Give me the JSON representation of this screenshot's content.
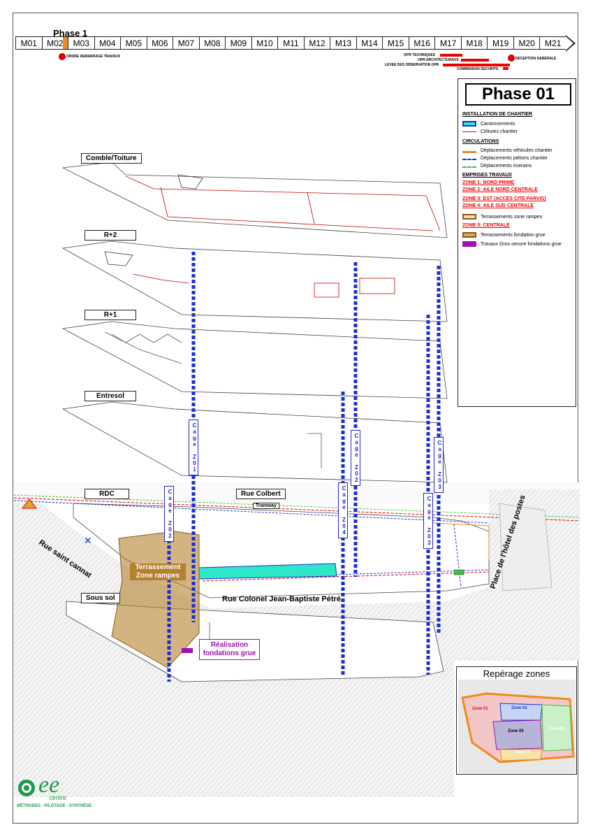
{
  "timeline": {
    "phase_label": "Phase 1",
    "months": [
      "M01",
      "M02",
      "M03",
      "M04",
      "M05",
      "M06",
      "M07",
      "M08",
      "M09",
      "M10",
      "M11",
      "M12",
      "M13",
      "M14",
      "M15",
      "M16",
      "M17",
      "M18",
      "M19",
      "M20",
      "M21"
    ],
    "milestones": {
      "start": "ORDRE DEMARRAGE TRAVAUX",
      "opr_tech": "OPR TECHNIQUES",
      "opr_archi": "OPR ARCHITECTURAUX",
      "levee": "LEVEE DES OBSERVATION OPR",
      "commission": "COMMISSION SECURITE",
      "reception": "RECEPTION GENERALE"
    }
  },
  "legend": {
    "title": "Phase 01",
    "install_title": "INSTALLATION DE CHANTIER",
    "cantonnements": "Cantonnements",
    "clotures": "Clôtures chantier",
    "circ_title": "CIRCULATIONS",
    "vehicules": "Déplacements véhicules chantier",
    "pietons": "Déplacements piétons chantier",
    "riverains": "Déplacements riverains",
    "emprises_title": "EMPRISES TRAVAUX",
    "zone1": "ZONE 1: NORD PRIME",
    "zone2": "ZONE 2: AILE NORD CENTRALE",
    "zone3": "ZONE 3: EST (ACCES CITE PARVIS)",
    "zone4": "ZONE 4: AILE SUD CENTRALE",
    "terr_rampes": "Terrassements zone rampes",
    "zone5": "ZONE 5: CENTRALE",
    "terr_grue": "Terrassements fondation grue",
    "go_grue": "Travaux Gros oeuvre fondations grue"
  },
  "floors": {
    "comble": "Comble/Toiture",
    "r2": "R+2",
    "r1": "R+1",
    "entresol": "Entresol",
    "rdc": "RDC",
    "soussol": "Sous sol"
  },
  "streets": {
    "colbert": "Rue Colbert",
    "tramway": "Tramway",
    "saint_cannat": "Rue saint cannat",
    "petre": "Rue Colonel Jean-Baptiste Pétré",
    "place": "Place de l'hôtel des postes"
  },
  "cages": {
    "z01": "Cage Z01",
    "z02a": "Cage Z02",
    "z02b": "Cage Z02",
    "z04": "Cage Z04",
    "z03a": "Cage Z03",
    "z03b": "Cage Z03"
  },
  "notes": {
    "terrassement": "Terrassement Zone rampes",
    "fondations": "Réalisation fondations grue"
  },
  "zones_map": {
    "title": "Repérage zones",
    "z1": "Zone 01",
    "z2": "Zone 02",
    "z3": "Zone 03",
    "z4": "Zone 04",
    "z5": "Zone 05"
  },
  "logo": {
    "name": "ee",
    "sub": "centre",
    "tagline": "MÉTHODES - PILOTAGE - SYNTHÈSE"
  },
  "colors": {
    "blue": "#1a2fd6",
    "red": "#e00000",
    "orange": "#f08a1c",
    "cyan": "#2ee6c8",
    "brown": "#b5802f",
    "purple": "#a010b0",
    "green": "#3fbf3f"
  }
}
